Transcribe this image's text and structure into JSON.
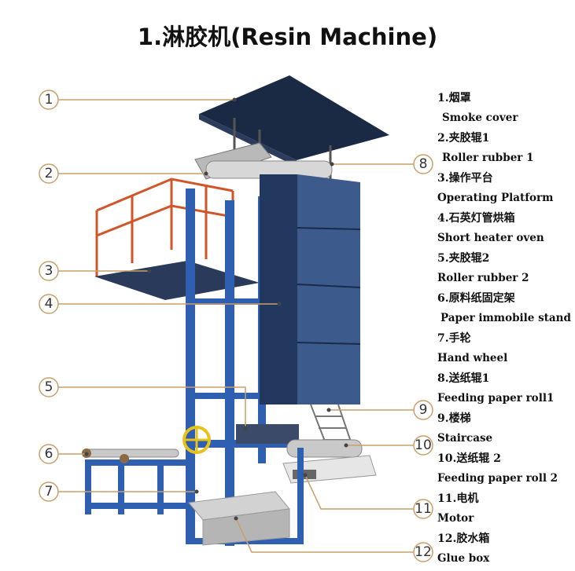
{
  "title": "1.淋胶机(Resin Machine)",
  "callouts": [
    {
      "num": "1"
    },
    {
      "num": "2"
    },
    {
      "num": "3"
    },
    {
      "num": "4"
    },
    {
      "num": "5"
    },
    {
      "num": "6"
    },
    {
      "num": "7"
    },
    {
      "num": "8"
    },
    {
      "num": "9"
    },
    {
      "num": "10"
    },
    {
      "num": "11"
    },
    {
      "num": "12"
    }
  ],
  "legend": [
    {
      "cn": "1.烟罩",
      "en": "Smoke cover"
    },
    {
      "cn": "2.夹胶辊1",
      "en": "Roller rubber 1"
    },
    {
      "cn": "3.操作平台",
      "en": "Operating Platform"
    },
    {
      "cn": "4.石英灯管烘箱",
      "en": "Short heater oven"
    },
    {
      "cn": "5.夹胶辊2",
      "en": "Roller rubber 2"
    },
    {
      "cn": "6.原料纸固定架",
      "en": "Paper immobile stand"
    },
    {
      "cn": "7.手轮",
      "en": "Hand wheel"
    },
    {
      "cn": "8.送纸辊1",
      "en": "Feeding paper roll1"
    },
    {
      "cn": "9.楼梯",
      "en": "Staircase"
    },
    {
      "cn": "10.送纸辊 2",
      "en": "Feeding paper roll 2"
    },
    {
      "cn": "11.电机",
      "en": "Motor"
    },
    {
      "cn": "12.胶水箱",
      "en": "Glue box"
    }
  ],
  "colors": {
    "frame": "#2f5fb0",
    "frame_dark": "#1d3f82",
    "oven": "#3d5a8c",
    "oven_dark": "#22385e",
    "hood": "#1b2a44",
    "railing": "#d2552a",
    "leader": "#c9a06a",
    "circle": "#c9a06a",
    "steel": "#c9c9c9",
    "wheel": "#e6c21a"
  }
}
